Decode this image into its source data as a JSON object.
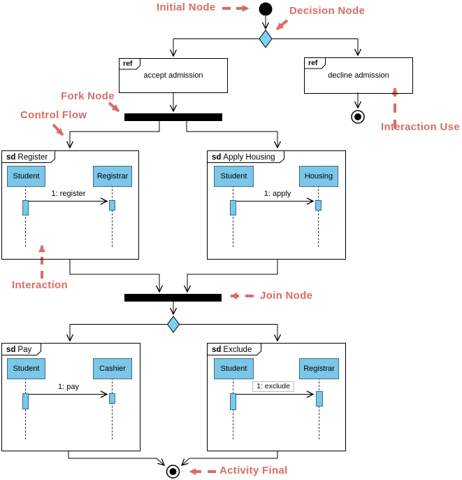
{
  "colors": {
    "annotation": "#d96c66",
    "node_fill": "#7ed1f0",
    "lifeline_head_fill": "#7cc7e8",
    "fork_join_fill": "#000000"
  },
  "annotations": {
    "initial_node": "Initial Node",
    "decision_node": "Decision Node",
    "fork_node": "Fork Node",
    "control_flow": "Control Flow",
    "interaction_use": "Interaction Use",
    "interaction": "Interaction",
    "join_node": "Join Node",
    "activity_final": "Activity Final"
  },
  "ref_frames": [
    {
      "tag": "ref",
      "label": "accept admission"
    },
    {
      "tag": "ref",
      "label": "decline admission"
    }
  ],
  "sd_frames": [
    {
      "tag": "sd",
      "title": "Register",
      "left_lifeline": "Student",
      "right_lifeline": "Registrar",
      "message": "1: register"
    },
    {
      "tag": "sd",
      "title": "Apply Housing",
      "left_lifeline": "Student",
      "right_lifeline": "Housing",
      "message": "1: apply"
    },
    {
      "tag": "sd",
      "title": "Pay",
      "left_lifeline": "Student",
      "right_lifeline": "Cashier",
      "message": "1: pay"
    },
    {
      "tag": "sd",
      "title": "Exclude",
      "left_lifeline": "Student",
      "right_lifeline": "Registrar",
      "message": "1: exclude"
    }
  ]
}
